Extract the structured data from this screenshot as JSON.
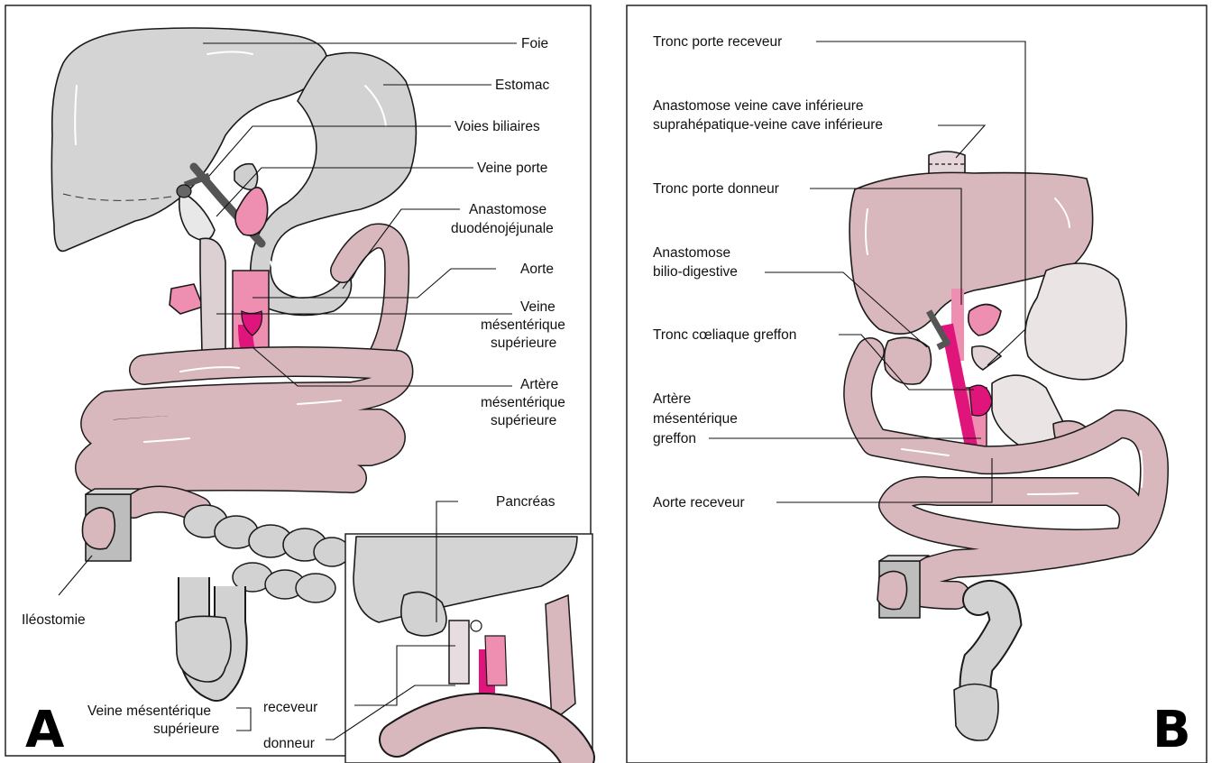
{
  "panel_a": {
    "letter": "A",
    "labels": {
      "foie": "Foie",
      "estomac": "Estomac",
      "voies_biliaires": "Voies biliaires",
      "veine_porte": "Veine porte",
      "anastomose_1": "Anastomose",
      "anastomose_2": "duodénojéjunale",
      "aorte": "Aorte",
      "vms_1": "Veine",
      "vms_2": "mésentérique",
      "vms_3": "supérieure",
      "ams_1": "Artère",
      "ams_2": "mésentérique",
      "ams_3": "supérieure",
      "pancreas": "Pancréas",
      "ileostomie": "Iléostomie",
      "vms_inset_1": "Veine mésentérique",
      "vms_inset_2": "supérieure",
      "receveur": "receveur",
      "donneur": "donneur"
    }
  },
  "panel_b": {
    "letter": "B",
    "labels": {
      "tronc_porte_receveur": "Tronc porte receveur",
      "anast_vci_1": "Anastomose veine cave inférieure",
      "anast_vci_2": "suprahépatique-veine cave inférieure",
      "tronc_porte_donneur": "Tronc porte donneur",
      "anast_bilio_1": "Anastomose",
      "anast_bilio_2": "bilio-digestive",
      "tronc_coeliaque": "Tronc cœliaque greffon",
      "artere_1": "Artère",
      "artere_2": "mésentérique",
      "artere_3": "greffon",
      "aorte_receveur": "Aorte receveur"
    }
  },
  "colors": {
    "graft_pink": "#d8b7bd",
    "organ_gray": "#d2d2d2",
    "vessel_magenta": "#e0157c",
    "vessel_pink": "#ee8fb2"
  }
}
